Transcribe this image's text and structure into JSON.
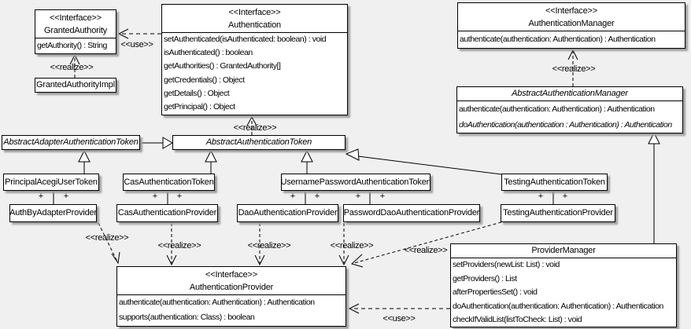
{
  "diagram": {
    "edge_labels": {
      "use": "<<use>>",
      "realize": "<<realize>>",
      "plus": "+"
    },
    "classes": {
      "granted_authority": {
        "stereotype": "<<Interface>>",
        "name": "GrantedAuthority",
        "methods": [
          "getAuthority() : String"
        ]
      },
      "granted_authority_impl": {
        "name": "GrantedAuthorityImpl"
      },
      "authentication": {
        "stereotype": "<<Interface>>",
        "name": "Authentication",
        "methods": [
          "setAuthenticated(isAuthenticated: boolean) : void",
          "isAuthenticated() : boolean",
          "getAuthorities() : GrantedAuthority[]",
          "getCredentials() : Object",
          "getDetails() : Object",
          "getPrincipal() : Object"
        ]
      },
      "authentication_manager": {
        "stereotype": "<<Interface>>",
        "name": "AuthenticationManager",
        "methods": [
          "authenticate(authentication: Authentication) : Authentication"
        ]
      },
      "abstract_authentication_manager": {
        "name": "AbstractAuthenticationManager",
        "methods": [
          "authenticate(authentication: Authentication) : Authentication",
          "doAuthentication(authentication : Authentication) : Authentication"
        ]
      },
      "abstract_adapter_authentication_token": {
        "name": "AbstractAdapterAuthenticationToken"
      },
      "abstract_authentication_token": {
        "name": "AbstractAuthenticationToken"
      },
      "principal_acegi_user_token": {
        "name": "PrincipalAcegiUserToken"
      },
      "cas_authentication_token": {
        "name": "CasAuthenticationToken"
      },
      "username_password_authentication_token": {
        "name": "UsernamePasswordAuthenticationToken"
      },
      "testing_authentication_token": {
        "name": "TestingAuthenticationToken"
      },
      "auth_by_adapter_provider": {
        "name": "AuthByAdapterProvider"
      },
      "cas_authentication_provider": {
        "name": "CasAuthenticationProvider"
      },
      "dao_authentication_provider": {
        "name": "DaoAuthenticationProvider"
      },
      "password_dao_authentication_provider": {
        "name": "PasswordDaoAuthenticationProvider"
      },
      "testing_authentication_provider": {
        "name": "TestingAuthenticationProvider"
      },
      "authentication_provider": {
        "stereotype": "<<Interface>>",
        "name": "AuthenticationProvider",
        "methods": [
          "authenticate(authentication: Authentication) : Authentication",
          "supports(authentication: Class) : boolean"
        ]
      },
      "provider_manager": {
        "name": "ProviderManager",
        "methods": [
          "setProviders(newList: List) : void",
          "getProviders() : List",
          "afterPropertiesSet() : void",
          "doAuthentication(authentication: Authentication) : Authentication",
          "checkIfValidList(listToCheck: List) : void"
        ]
      }
    }
  }
}
